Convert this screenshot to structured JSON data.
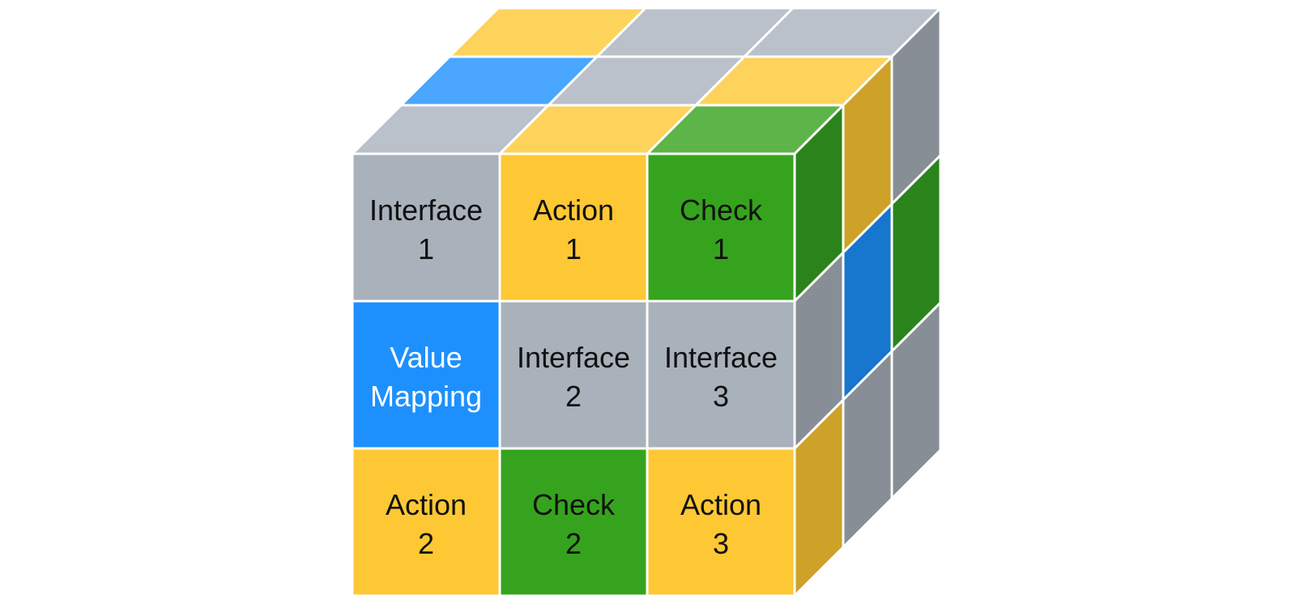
{
  "colors": {
    "gray_front": "#a9b1bb",
    "gray_top": "#bac1ca",
    "gray_side": "#878e96",
    "yellow_front": "#fec834",
    "yellow_top": "#fdd35b",
    "yellow_side": "#cea228",
    "green_front": "#36a31e",
    "green_top": "#5db549",
    "green_side": "#2b841b",
    "blue_front": "#1e90fe",
    "blue_top": "#4aa6fe",
    "blue_side": "#1776ce",
    "grid_line": "#ffffff",
    "text_dark": "#111111",
    "text_light": "#ffffff"
  },
  "front": [
    [
      {
        "line1": "Interface",
        "line2": "1",
        "color": "gray",
        "text": "dark"
      },
      {
        "line1": "Action",
        "line2": "1",
        "color": "yellow",
        "text": "dark"
      },
      {
        "line1": "Check",
        "line2": "1",
        "color": "green",
        "text": "dark"
      }
    ],
    [
      {
        "line1": "Value",
        "line2": "Mapping",
        "color": "blue",
        "text": "light"
      },
      {
        "line1": "Interface",
        "line2": "2",
        "color": "gray",
        "text": "dark"
      },
      {
        "line1": "Interface",
        "line2": "3",
        "color": "gray",
        "text": "dark"
      }
    ],
    [
      {
        "line1": "Action",
        "line2": "2",
        "color": "yellow",
        "text": "dark"
      },
      {
        "line1": "Check",
        "line2": "2",
        "color": "green",
        "text": "dark"
      },
      {
        "line1": "Action",
        "line2": "3",
        "color": "yellow",
        "text": "dark"
      }
    ]
  ],
  "top": [
    [
      "yellow",
      "gray",
      "gray"
    ],
    [
      "blue",
      "gray",
      "yellow"
    ],
    [
      "gray",
      "yellow",
      "green"
    ]
  ],
  "side": [
    [
      "green",
      "yellow",
      "gray"
    ],
    [
      "gray",
      "blue",
      "green"
    ],
    [
      "yellow",
      "gray",
      "gray"
    ]
  ]
}
